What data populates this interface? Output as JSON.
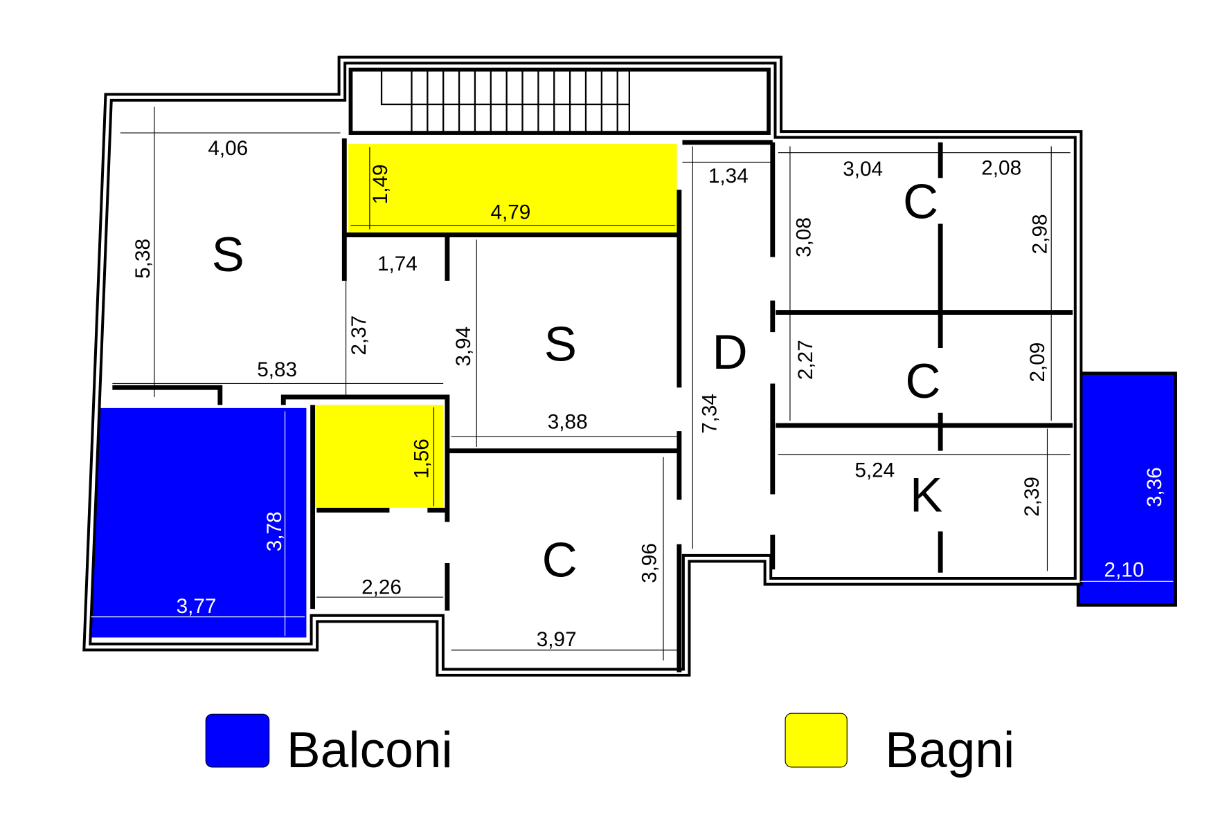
{
  "colors": {
    "balconi": "#0000ff",
    "bagni": "#ffff00",
    "walls": "#000000"
  },
  "rooms": [
    "S",
    "S",
    "D",
    "C",
    "C",
    "K",
    "C"
  ],
  "dimensions": [
    "4,06",
    "5,38",
    "1,49",
    "4,79",
    "1,34",
    "3,04",
    "2,08",
    "3,08",
    "2,98",
    "1,74",
    "2,37",
    "3,94",
    "5,83",
    "2,27",
    "2,09",
    "3,88",
    "7,34",
    "1,56",
    "5,24",
    "2,39",
    "3,36",
    "3,78",
    "3,96",
    "2,26",
    "2,10",
    "3,77",
    "3,97"
  ],
  "legend": [
    {
      "label": "Balconi",
      "color": "#0000ff"
    },
    {
      "label": "Bagni",
      "color": "#ffff00"
    }
  ]
}
